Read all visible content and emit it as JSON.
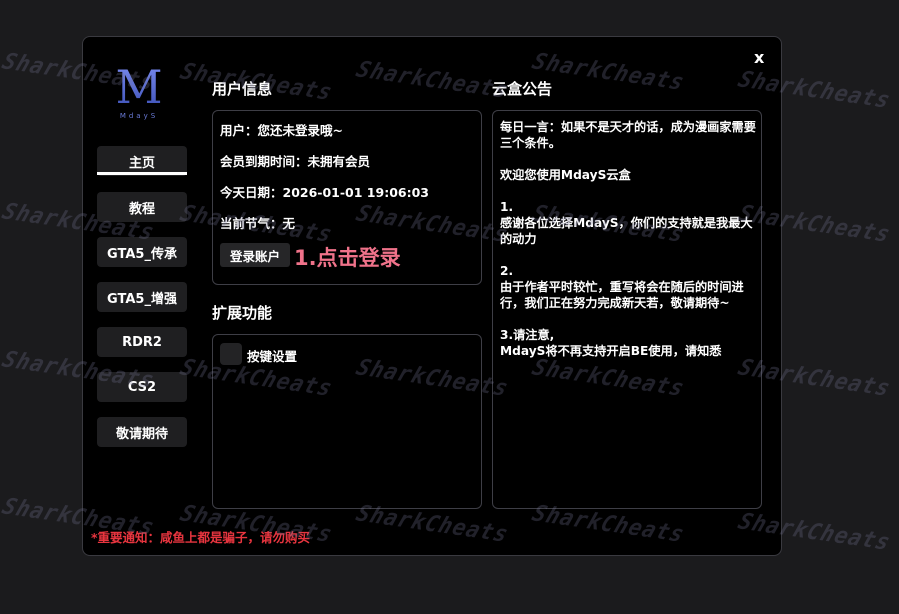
{
  "window": {
    "close_label": "x"
  },
  "logo": {
    "mark": "M",
    "sub": "MdayS"
  },
  "sidebar": {
    "items": [
      {
        "label": "主页",
        "active": true
      },
      {
        "label": "教程"
      },
      {
        "label": "GTA5_传承"
      },
      {
        "label": "GTA5_增强"
      },
      {
        "label": "RDR2"
      },
      {
        "label": "CS2"
      },
      {
        "label": "敬请期待"
      }
    ]
  },
  "user_info": {
    "title": "用户信息",
    "user": "用户：您还未登录哦~",
    "expiry": "会员到期时间：未拥有会员",
    "date": "今天日期：2026-01-01 19:06:03",
    "solar_term": "当前节气：无",
    "login_button": "登录账户",
    "login_hint": "1.点击登录"
  },
  "extensions": {
    "title": "扩展功能",
    "items": [
      {
        "label": "按键设置",
        "checked": false
      }
    ]
  },
  "announcement": {
    "title": "云盒公告",
    "text": "每日一言：如果不是天才的话，成为漫画家需要三个条件。\n\n欢迎您使用MdayS云盒\n\n1.\n感谢各位选择MdayS，你们的支持就是我最大的动力\n\n2.\n由于作者平时较忙，重写将会在随后的时间进行，我们正在努力完成新天若，敬请期待~\n\n3.请注意,\nMdayS将不再支持开启BE使用，请知悉"
  },
  "footer": {
    "warning": "*重要通知：咸鱼上都是骗子，请勿购买"
  },
  "watermark": {
    "text": "SharkCheats"
  },
  "colors": {
    "background": "#1b1b1d",
    "window": "#000000",
    "accent_pink": "#f0728a",
    "warning_red": "#e8353f",
    "logo_blue": "#4f68c9"
  }
}
